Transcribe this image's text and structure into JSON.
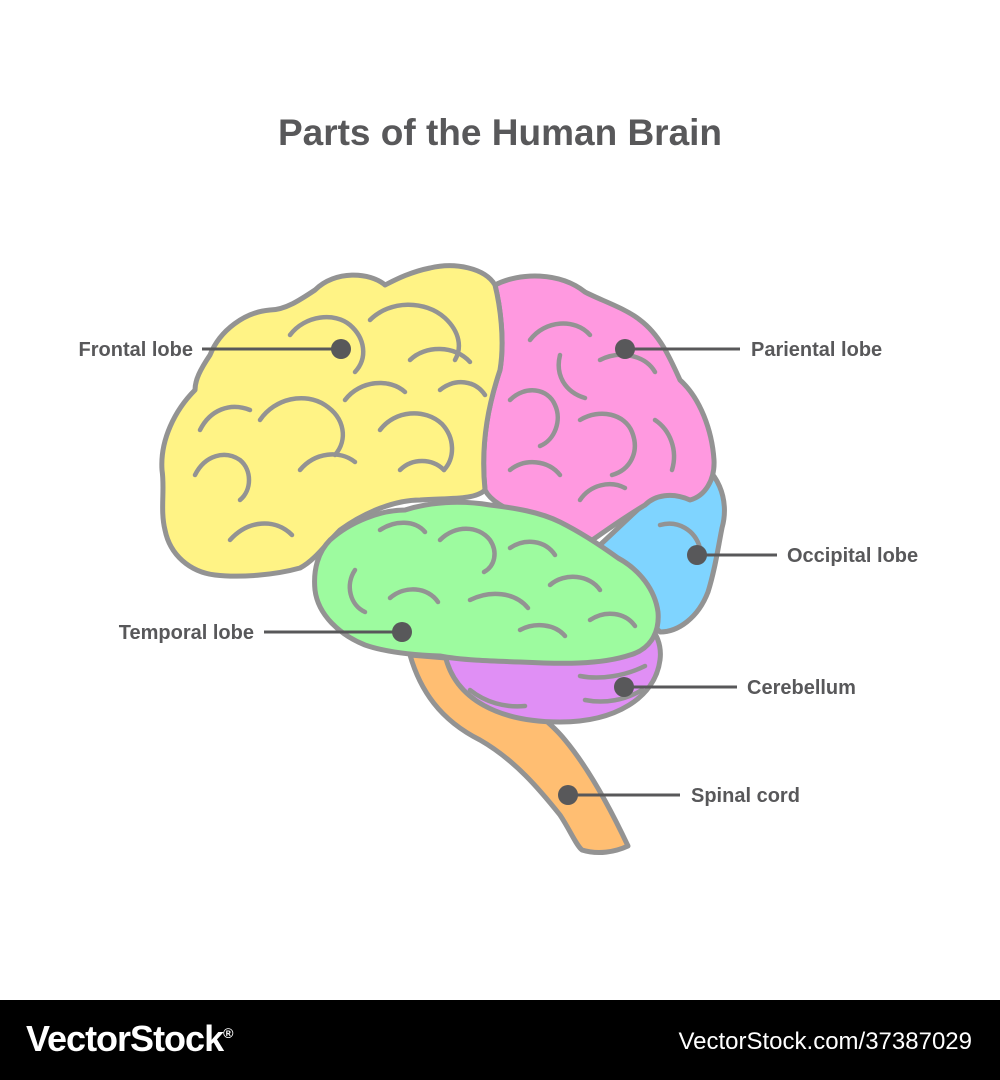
{
  "title": "Parts of the Human Brain",
  "labels": {
    "frontal": "Frontal lobe",
    "parietal": "Pariental lobe",
    "occipital": "Occipital lobe",
    "temporal": "Temporal lobe",
    "cerebellum": "Cerebellum",
    "spinal": "Spinal cord"
  },
  "colors": {
    "frontal": "#fff385",
    "parietal": "#ff99e0",
    "occipital": "#7fd4ff",
    "temporal": "#9dfb9f",
    "cerebellum": "#e08ff5",
    "spinal": "#ffbe72",
    "outline": "#939393",
    "text": "#58585a"
  },
  "footer": {
    "brand": "VectorStock",
    "brand_mark": "®",
    "image_ref": "VectorStock.com/37387029"
  }
}
